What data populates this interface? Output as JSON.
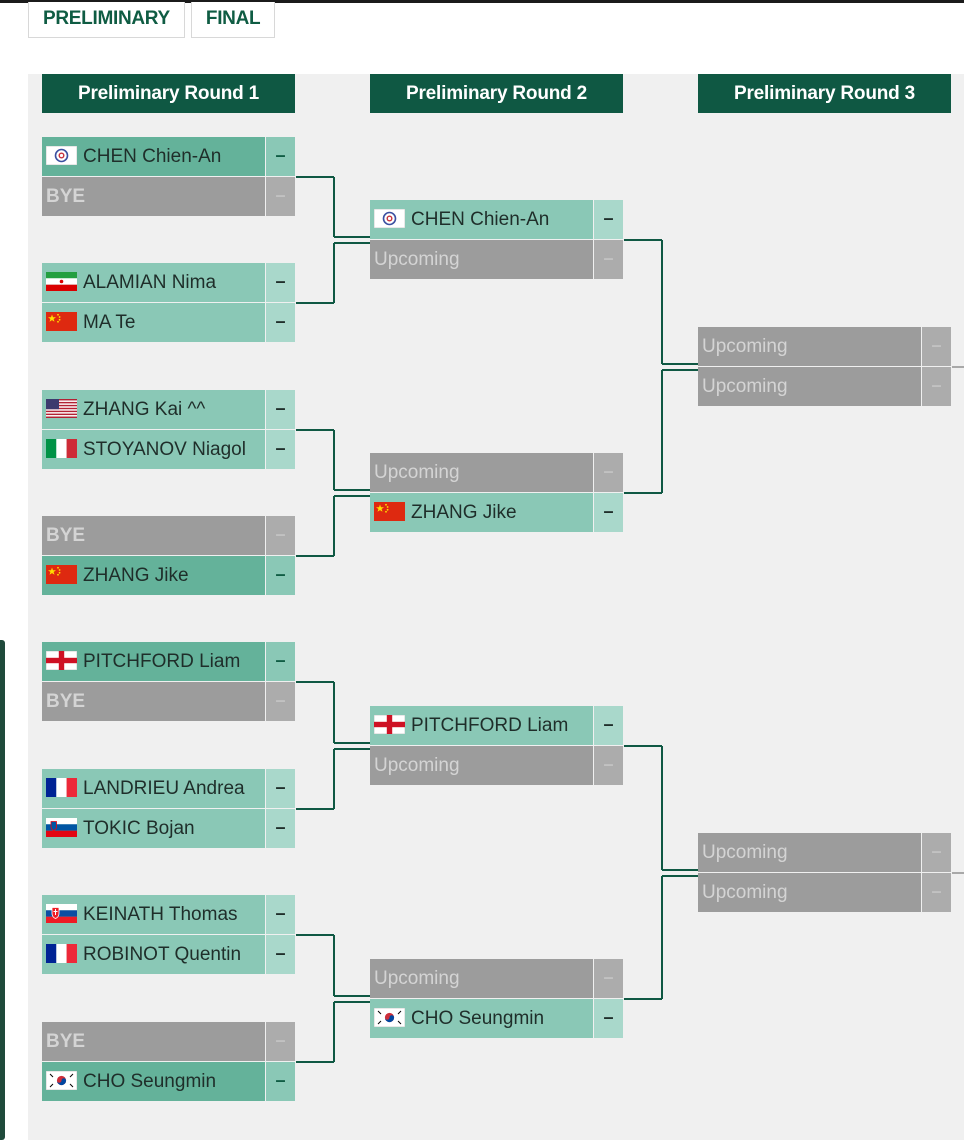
{
  "tabs": [
    "PRELIMINARY",
    "FINAL"
  ],
  "rounds": [
    "Preliminary Round 1",
    "Preliminary Round 2",
    "Preliminary Round 3"
  ],
  "r1": [
    [
      {
        "name": "CHEN Chien-An",
        "flag": "tpe",
        "score": "–",
        "state": "winner"
      },
      {
        "name": "BYE",
        "flag": "",
        "score": "–",
        "state": "bye"
      }
    ],
    [
      {
        "name": "ALAMIAN Nima",
        "flag": "iri",
        "score": "–",
        "state": "player"
      },
      {
        "name": "MA Te",
        "flag": "chn",
        "score": "–",
        "state": "player"
      }
    ],
    [
      {
        "name": "ZHANG Kai ^^",
        "flag": "usa",
        "score": "–",
        "state": "player"
      },
      {
        "name": "STOYANOV Niagol",
        "flag": "ita",
        "score": "–",
        "state": "player"
      }
    ],
    [
      {
        "name": "BYE",
        "flag": "",
        "score": "–",
        "state": "bye"
      },
      {
        "name": "ZHANG Jike",
        "flag": "chn",
        "score": "–",
        "state": "winner"
      }
    ],
    [
      {
        "name": "PITCHFORD Liam",
        "flag": "eng",
        "score": "–",
        "state": "winner"
      },
      {
        "name": "BYE",
        "flag": "",
        "score": "–",
        "state": "bye"
      }
    ],
    [
      {
        "name": "LANDRIEU Andrea",
        "flag": "fra",
        "score": "–",
        "state": "player"
      },
      {
        "name": "TOKIC Bojan",
        "flag": "slo",
        "score": "–",
        "state": "player"
      }
    ],
    [
      {
        "name": "KEINATH Thomas",
        "flag": "svk",
        "score": "–",
        "state": "player"
      },
      {
        "name": "ROBINOT Quentin",
        "flag": "fra",
        "score": "–",
        "state": "player"
      }
    ],
    [
      {
        "name": "BYE",
        "flag": "",
        "score": "–",
        "state": "bye"
      },
      {
        "name": "CHO Seungmin",
        "flag": "kor",
        "score": "–",
        "state": "winner"
      }
    ]
  ],
  "r2": [
    [
      {
        "name": "CHEN Chien-An",
        "flag": "tpe",
        "score": "–",
        "state": "player"
      },
      {
        "name": "Upcoming",
        "flag": "",
        "score": "–",
        "state": "upcoming"
      }
    ],
    [
      {
        "name": "Upcoming",
        "flag": "",
        "score": "–",
        "state": "upcoming"
      },
      {
        "name": "ZHANG Jike",
        "flag": "chn",
        "score": "–",
        "state": "player"
      }
    ],
    [
      {
        "name": "PITCHFORD Liam",
        "flag": "eng",
        "score": "–",
        "state": "player"
      },
      {
        "name": "Upcoming",
        "flag": "",
        "score": "–",
        "state": "upcoming"
      }
    ],
    [
      {
        "name": "Upcoming",
        "flag": "",
        "score": "–",
        "state": "upcoming"
      },
      {
        "name": "CHO Seungmin",
        "flag": "kor",
        "score": "–",
        "state": "player"
      }
    ]
  ],
  "r3": [
    [
      {
        "name": "Upcoming",
        "flag": "",
        "score": "–",
        "state": "upcoming"
      },
      {
        "name": "Upcoming",
        "flag": "",
        "score": "–",
        "state": "upcoming"
      }
    ],
    [
      {
        "name": "Upcoming",
        "flag": "",
        "score": "–",
        "state": "upcoming"
      },
      {
        "name": "Upcoming",
        "flag": "",
        "score": "–",
        "state": "upcoming"
      }
    ]
  ],
  "colors": {
    "header": "#0f5843",
    "line": "#0f5843",
    "winner": "#64b29a",
    "player": "#8ac8b6",
    "empty": "#9c9c9c"
  }
}
